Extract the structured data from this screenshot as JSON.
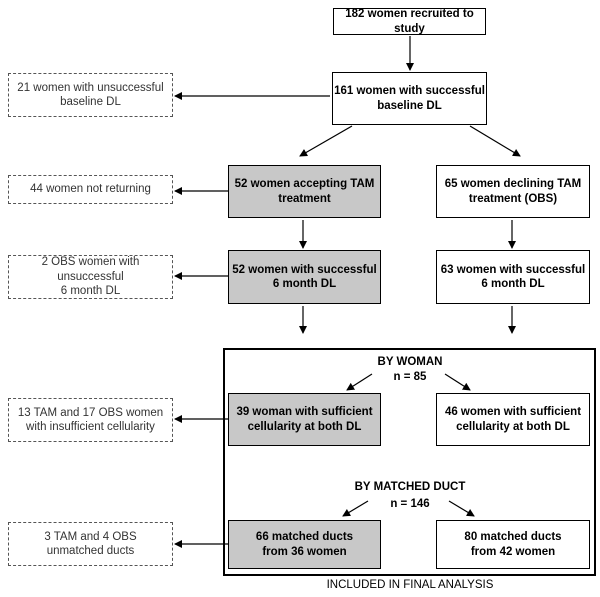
{
  "boxes": {
    "recruited": "182 women recruited to study",
    "successful_baseline": "161 women with successful\nbaseline DL",
    "unsuccessful_baseline": "21 women with unsuccessful\nbaseline DL",
    "accepting_tam": "52 women accepting TAM\ntreatment",
    "declining_tam": "65 women declining TAM\ntreatment (OBS)",
    "not_returning": "44 women not returning",
    "tam_successful_6m": "52 women with successful\n6 month DL",
    "obs_successful_6m": "63 women with successful\n6 month DL",
    "obs_unsuccessful_6m": "2 OBS women with unsuccessful\n6 month DL",
    "insufficient_cellularity": "13 TAM and 17 OBS women\nwith insufficient cellularity",
    "tam_sufficient": "39 woman with sufficient\ncellularity at both DL",
    "obs_sufficient": "46 women with sufficient\ncellularity at both DL",
    "unmatched_ducts": "3 TAM and 4 OBS\nunmatched ducts",
    "tam_matched_ducts": "66 matched ducts\nfrom 36 women",
    "obs_matched_ducts": "80 matched ducts\nfrom 42 women"
  },
  "labels": {
    "by_woman": "BY WOMAN",
    "n_woman": "n = 85",
    "by_duct": "BY MATCHED DUCT",
    "n_duct": "n = 146",
    "final": "INCLUDED IN FINAL ANALYSIS"
  },
  "colors": {
    "tam_fill": "#c8c8c8",
    "line": "#000000"
  }
}
